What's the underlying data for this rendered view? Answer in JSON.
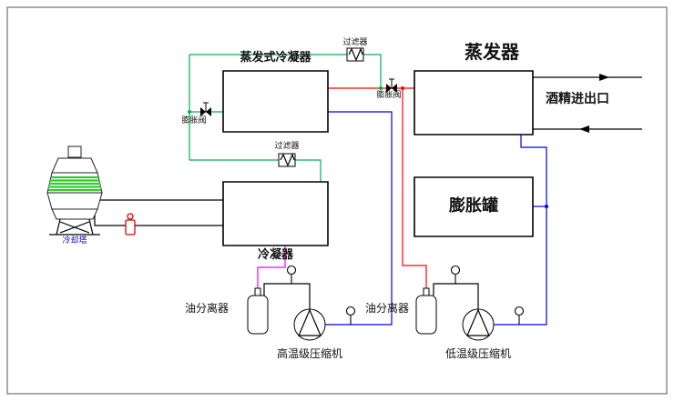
{
  "labels": {
    "evaporative_condenser": "蒸发式冷凝器",
    "filter_top": "过滤器",
    "filter_mid": "过滤器",
    "evaporator": "蒸发器",
    "alcohol_inlet_outlet": "酒精进出口",
    "expansion_valve_left": "膨胀阀",
    "expansion_valve_right": "膨胀阀",
    "condenser": "冷凝器",
    "expansion_tank": "膨胀罐",
    "oil_separator_left": "油分离器",
    "oil_separator_right": "油分离器",
    "compressor_high_temp": "高温级压缩机",
    "compressor_low_temp": "低温级压缩机",
    "cooling_tower": "冷却塔"
  },
  "colors": {
    "discharge_red": "#ff0000",
    "suction_blue": "#0000ee",
    "water_green": "#00b050",
    "liquid_magenta": "#ff00ff",
    "pump_red": "#e00000",
    "tower_fill_green": "#33cc33",
    "label_blue": "#0000cc",
    "line_black": "#000000",
    "border_gray": "#555555"
  }
}
